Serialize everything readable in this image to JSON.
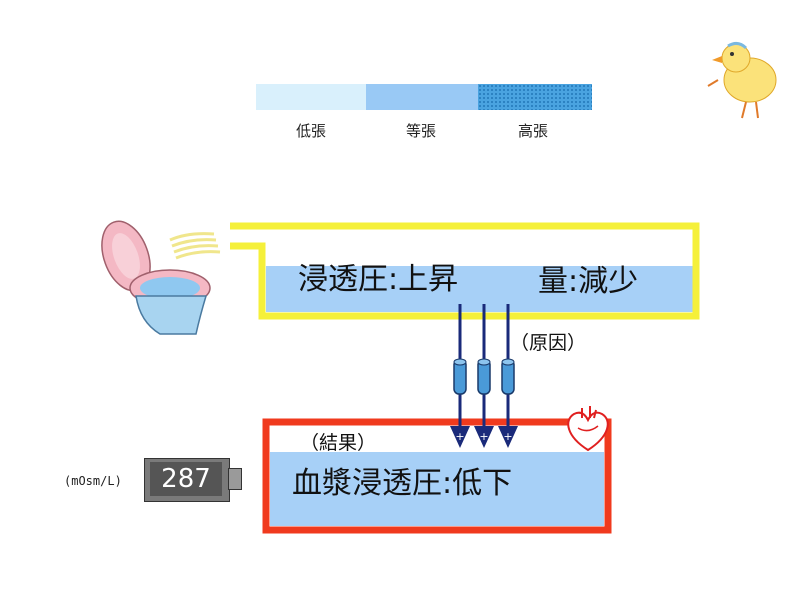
{
  "legend": {
    "items": [
      {
        "label": "低張",
        "color": "#d9f0fc"
      },
      {
        "label": "等張",
        "color": "#99c9f5"
      },
      {
        "label": "高張",
        "color": "#4aa3e0"
      }
    ]
  },
  "urine_box": {
    "left_text": "浸透圧:上昇",
    "right_text": "量:減少",
    "border_color": "#f5f03a",
    "fill_color": "#a7d0f7"
  },
  "cause_label": "（原因）",
  "result_label": "（結果）",
  "plasma_box": {
    "text": "血漿浸透圧:低下",
    "border_color": "#f03a1e",
    "fill_color": "#a7d0f7"
  },
  "meter": {
    "value": "287",
    "unit": "(mOsm/L)"
  },
  "arrows": {
    "color": "#1a2a7a",
    "count": 3,
    "head_symbol": "+"
  }
}
